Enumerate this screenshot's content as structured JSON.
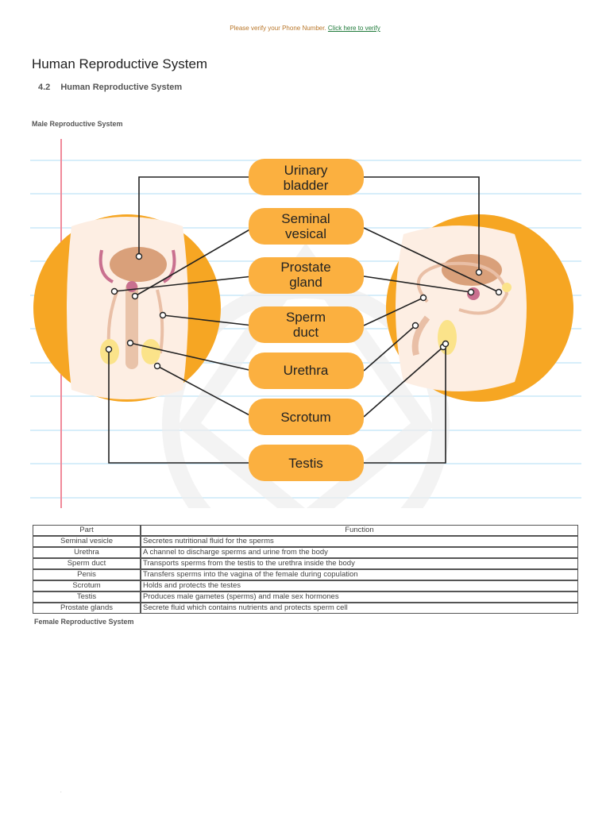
{
  "banner": {
    "message": "Please verify your Phone Number.",
    "link": "Click here to verify"
  },
  "page_title": "Human Reproductive System",
  "section": {
    "number": "4.2",
    "title": "Human Reproductive System"
  },
  "subtitle": "Male Reproductive System",
  "diagram_labels": [
    [
      "Urinary",
      "bladder"
    ],
    [
      "Seminal",
      "vesical"
    ],
    [
      "Prostate",
      "gland"
    ],
    [
      "Sperm",
      "duct"
    ],
    [
      "Urethra"
    ],
    [
      "Scrotum"
    ],
    [
      "Testis"
    ]
  ],
  "colors": {
    "pill": "#fbb040",
    "circle": "#f6a623",
    "skin": "#fdeee3",
    "ruled": "#bfe3f6",
    "margin": "#f08a9a"
  },
  "table": {
    "headers": [
      "Part",
      "Function"
    ],
    "rows": [
      [
        "Seminal vesicle",
        "Secretes nutritional fluid for the sperms"
      ],
      [
        "Urethra",
        "A channel to discharge sperms and urine from the body"
      ],
      [
        "Sperm duct",
        "Transports sperms from the testis to the urethra inside the body"
      ],
      [
        "Penis",
        "Transfers sperms into the vagina of the female during copulation"
      ],
      [
        "Scrotum",
        "Holds and protects the testes"
      ],
      [
        "Testis",
        "Produces male gametes (sperms) and male sex hormones"
      ],
      [
        "Prostate glands",
        "Secrete fluid which contains nutrients and protects sperm cell"
      ]
    ]
  },
  "female_title": "Female Reproductive System",
  "footer_mark": "."
}
